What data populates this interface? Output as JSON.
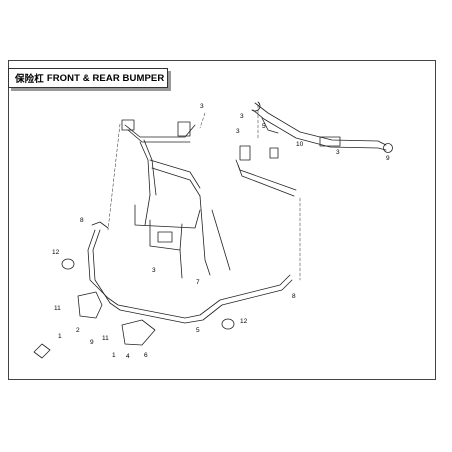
{
  "title": {
    "cn": "保险杠",
    "en": "FRONT & REAR BUMPER"
  },
  "callouts": [
    {
      "id": "c3a",
      "label": "3"
    },
    {
      "id": "c3b",
      "label": "3"
    },
    {
      "id": "c3c",
      "label": "3"
    },
    {
      "id": "c5a",
      "label": "5"
    },
    {
      "id": "c10",
      "label": "10"
    },
    {
      "id": "c3d",
      "label": "3"
    },
    {
      "id": "c9a",
      "label": "9"
    },
    {
      "id": "c8a",
      "label": "8"
    },
    {
      "id": "c12a",
      "label": "12"
    },
    {
      "id": "c3e",
      "label": "3"
    },
    {
      "id": "c7",
      "label": "7"
    },
    {
      "id": "c8b",
      "label": "8"
    },
    {
      "id": "c11a",
      "label": "11"
    },
    {
      "id": "c2",
      "label": "2"
    },
    {
      "id": "c1a",
      "label": "1"
    },
    {
      "id": "c9b",
      "label": "9"
    },
    {
      "id": "c5b",
      "label": "5"
    },
    {
      "id": "c12b",
      "label": "12"
    },
    {
      "id": "c11b",
      "label": "11"
    },
    {
      "id": "c1b",
      "label": "1"
    },
    {
      "id": "c4",
      "label": "4"
    },
    {
      "id": "c6",
      "label": "6"
    }
  ],
  "colors": {
    "line": "#222222",
    "frame": "#444444"
  }
}
